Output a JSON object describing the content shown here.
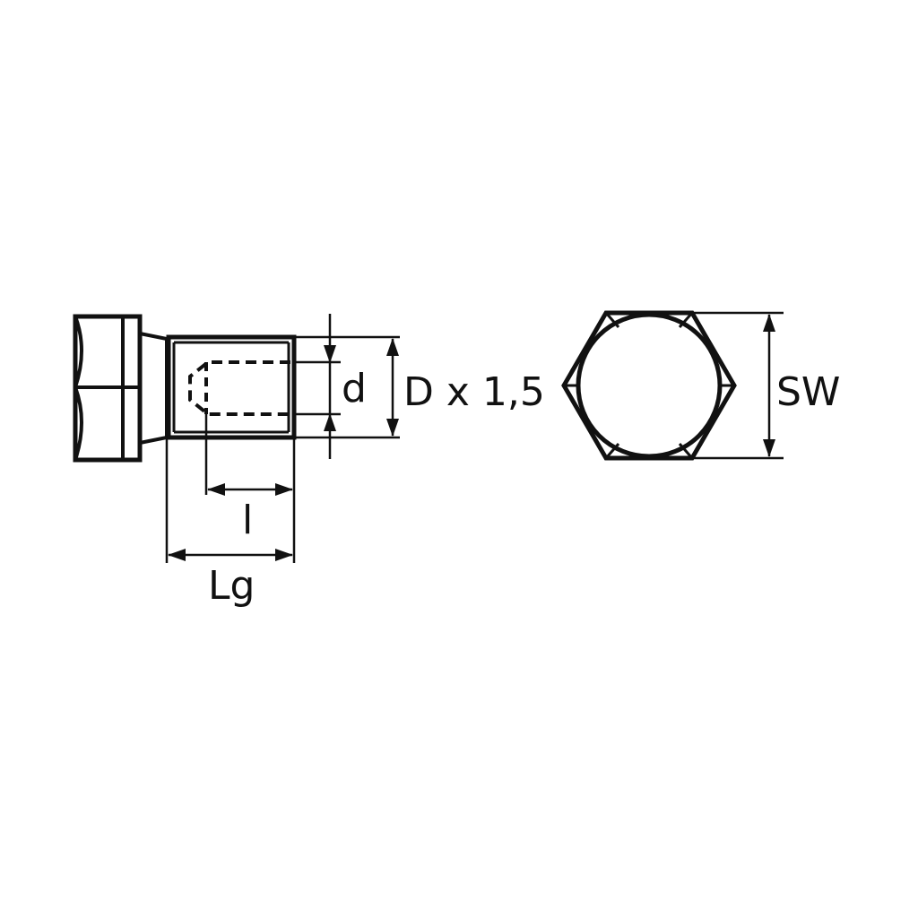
{
  "labels": {
    "d": "d",
    "D": "D x 1,5",
    "l": "l",
    "Lg": "Lg",
    "SW": "SW"
  },
  "colors": {
    "ink": "#111111",
    "background": "#ffffff"
  }
}
